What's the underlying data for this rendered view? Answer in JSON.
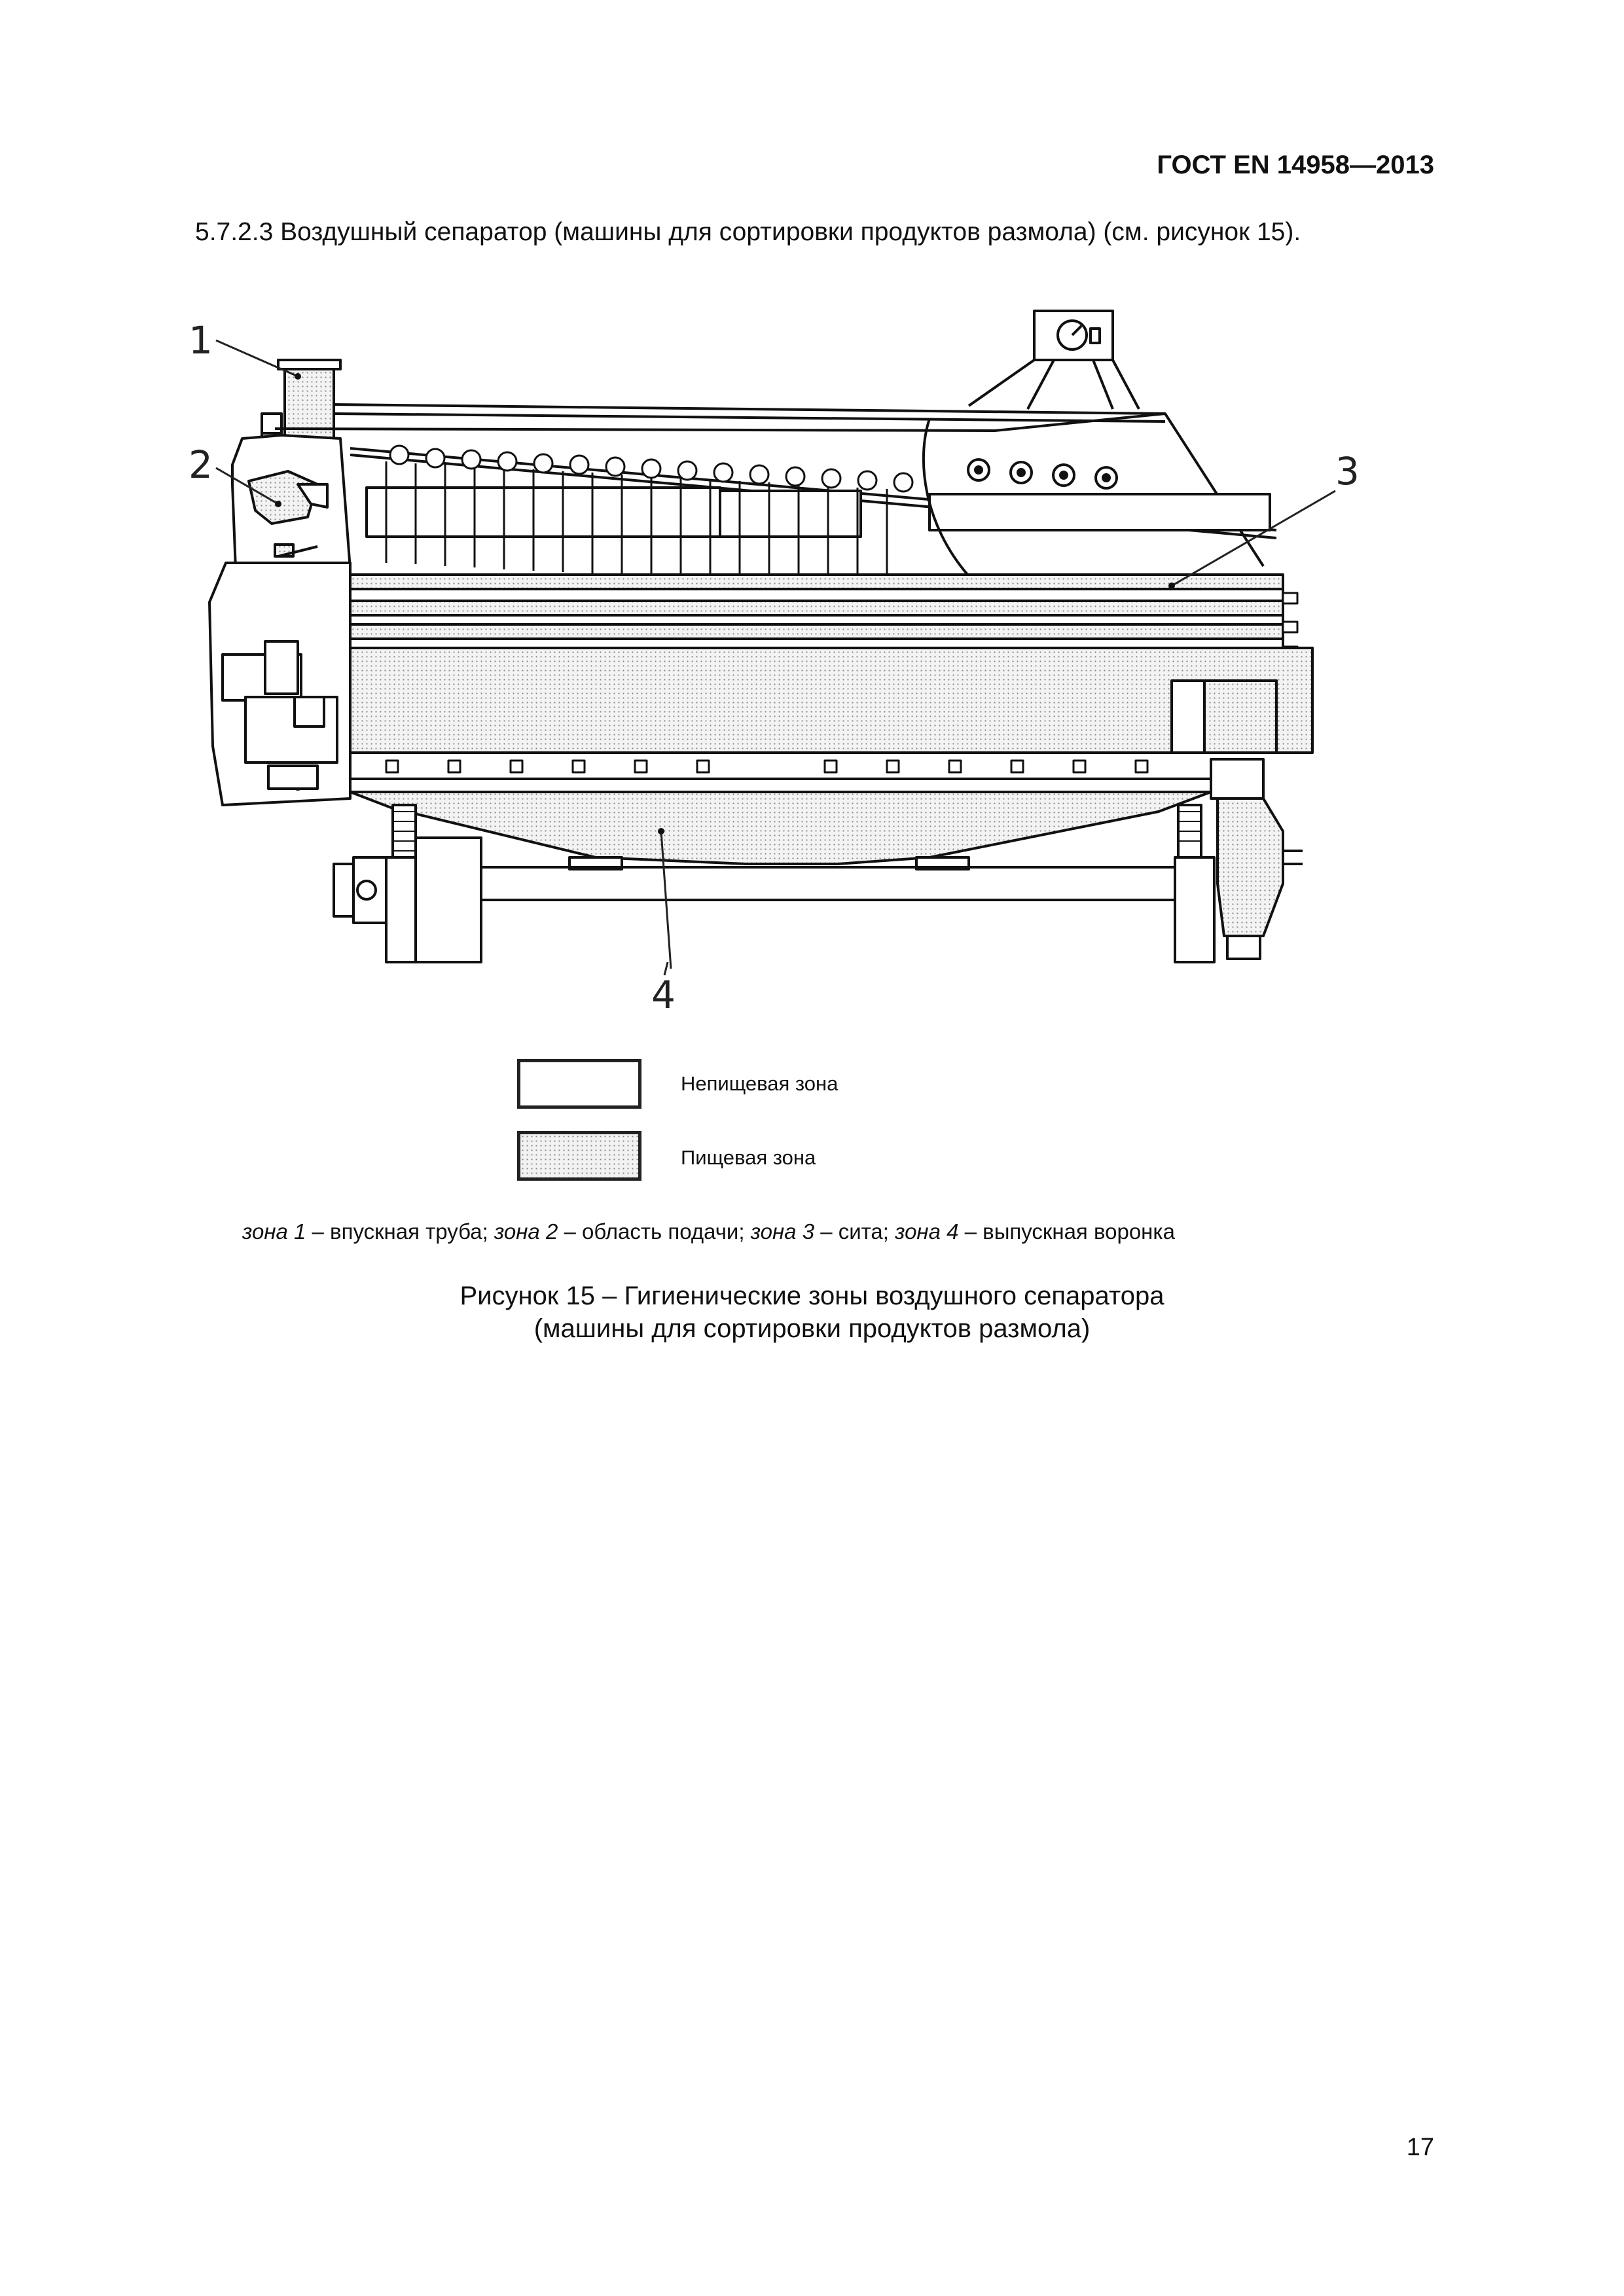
{
  "header": {
    "standard_code": "ГОСТ EN 14958—2013"
  },
  "section": {
    "text": "5.7.2.3 Воздушный сепаратор (машины для сортировки продуктов размола) (см. рисунок 15)."
  },
  "figure": {
    "callouts": [
      "1",
      "2",
      "3",
      "4"
    ],
    "legend": [
      {
        "label": "Непищевая зона",
        "pattern": "plain"
      },
      {
        "label": "Пищевая зона",
        "pattern": "dotted"
      }
    ],
    "zones_note": [
      {
        "name": "зона 1",
        "desc": " – впускная труба; "
      },
      {
        "name": "зона 2",
        "desc": " – область подачи; "
      },
      {
        "name": "зона 3",
        "desc": " – сита; "
      },
      {
        "name": "зона 4",
        "desc": " – выпускная воронка"
      }
    ],
    "caption_line1": "Рисунок 15 – Гигиенические зоны воздушного сепаратора",
    "caption_line2": "(машины для сортировки продуктов размола)"
  },
  "footer": {
    "page_number": "17"
  }
}
